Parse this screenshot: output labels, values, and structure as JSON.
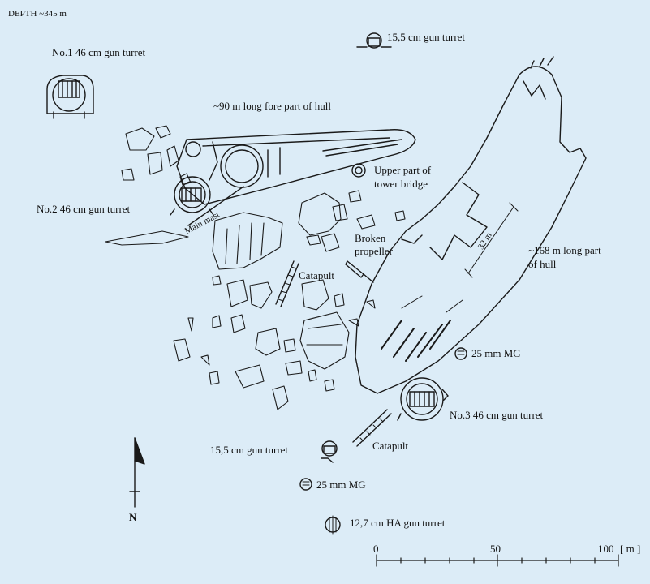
{
  "depth_label": "DEPTH ~345 m",
  "labels": {
    "turret1": "No.1 46 cm gun turret",
    "turret2": "No.2 46 cm gun turret",
    "turret3": "No.3 46 cm gun turret",
    "sec_turret_top": "15,5 cm gun turret",
    "sec_turret_bottom": "15,5 cm gun turret",
    "fore_hull": "~90 m long fore part of hull",
    "tower_bridge_1": "Upper part of",
    "tower_bridge_2": "tower bridge",
    "main_mast": "Main mast",
    "propeller_1": "Broken",
    "propeller_2": "propeller",
    "catapult_1": "Catapult",
    "catapult_2": "Catapult",
    "aft_hull_1": "~168 m long part",
    "aft_hull_2": "of hull",
    "dim_32": "32 m",
    "mg_1": "25 mm MG",
    "mg_2": "25 mm MG",
    "ha_turret": "12,7 cm HA gun turret",
    "north": "N"
  },
  "scale_bar": {
    "ticks": [
      "0",
      "50",
      "100"
    ],
    "unit": "[ m ]"
  },
  "colors": {
    "background": "#dcecf7",
    "line": "#1a1a1a"
  }
}
